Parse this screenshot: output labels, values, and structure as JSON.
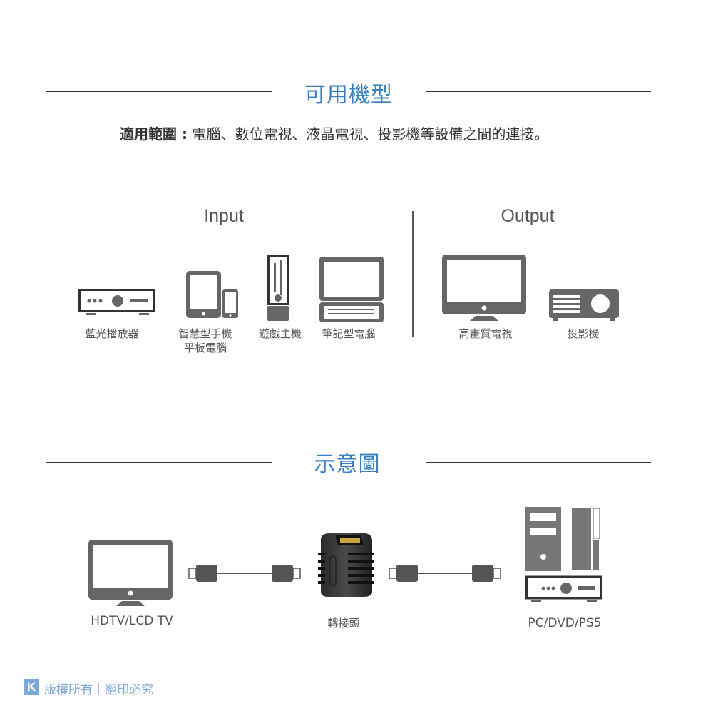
{
  "section1": {
    "title": "可用機型",
    "scope_label": "適用範圍 :",
    "scope_text": " 電腦、數位電視、液晶電視、投影機等設備之間的連接。"
  },
  "input": {
    "heading": "Input",
    "devices": [
      {
        "label": "藍光播放器",
        "icon": "bluray-player-icon"
      },
      {
        "label": "智慧型手機",
        "label2": "平板電腦",
        "icon": "tablet-phone-icon"
      },
      {
        "label": "遊戲主機",
        "icon": "game-console-icon"
      },
      {
        "label": "筆記型電腦",
        "icon": "laptop-icon"
      }
    ]
  },
  "output": {
    "heading": "Output",
    "devices": [
      {
        "label": "高畫質電視",
        "icon": "monitor-icon"
      },
      {
        "label": "投影機",
        "icon": "projector-icon"
      }
    ]
  },
  "section2": {
    "title": "示意圖",
    "items": [
      {
        "label": "HDTV/LCD TV",
        "icon": "tv-icon"
      },
      {
        "label": "轉接頭",
        "icon": "hdmi-adapter-icon"
      },
      {
        "label": "PC/DVD/PS5",
        "icon": "pc-dvd-icon"
      }
    ]
  },
  "footer": {
    "logo_letter": "K",
    "text": "版權所有｜翻印必究"
  },
  "colors": {
    "accent": "#3a7fc0",
    "icon": "#666666",
    "outline": "#333333",
    "footer": "#7fa8d6"
  }
}
